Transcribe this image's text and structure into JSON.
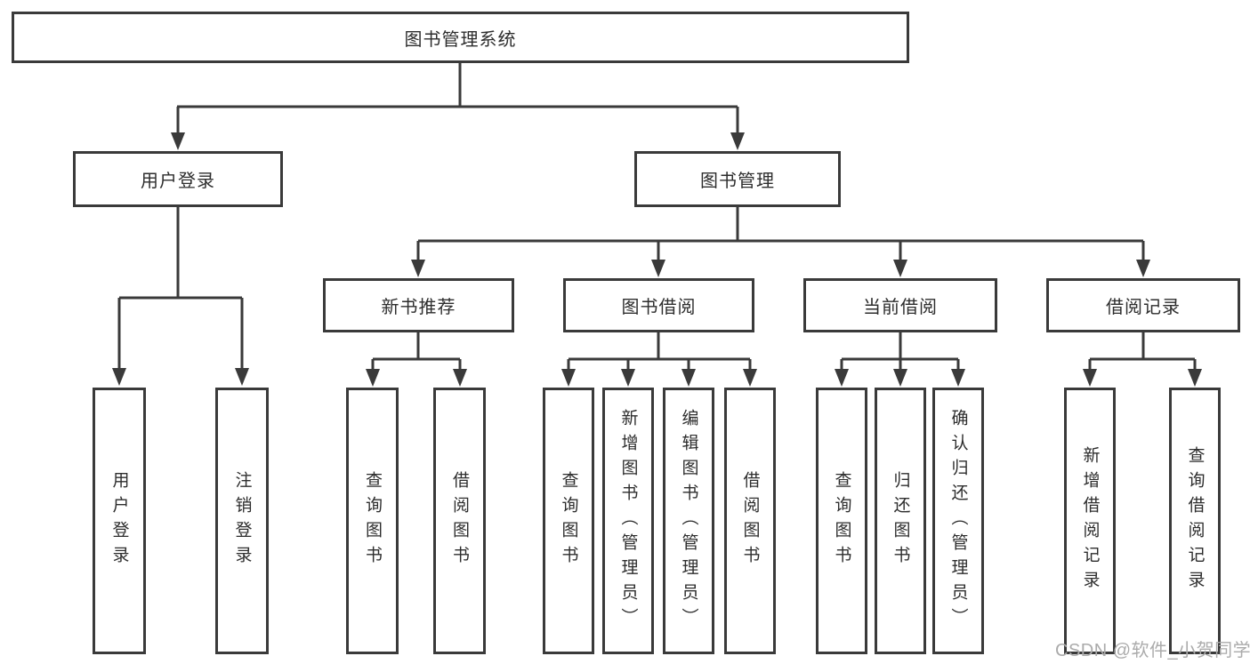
{
  "colors": {
    "line": "#3a3a3a",
    "text": "#2d2d2d",
    "watermark": "#ababab"
  },
  "watermark": "CSDN @软件_小贺同学",
  "diagram": {
    "root": {
      "label": "图书管理系统"
    },
    "branches": [
      {
        "label": "用户登录",
        "children": [
          {
            "label": "用户登录"
          },
          {
            "label": "注销登录"
          }
        ]
      },
      {
        "label": "图书管理",
        "children": [
          {
            "label": "新书推荐",
            "children": [
              {
                "label": "查询图书"
              },
              {
                "label": "借阅图书"
              }
            ]
          },
          {
            "label": "图书借阅",
            "children": [
              {
                "label": "查询图书"
              },
              {
                "label": "新增图书（管理员）"
              },
              {
                "label": "编辑图书（管理员）"
              },
              {
                "label": "借阅图书"
              }
            ]
          },
          {
            "label": "当前借阅",
            "children": [
              {
                "label": "查询图书"
              },
              {
                "label": "归还图书"
              },
              {
                "label": "确认归还（管理员）"
              }
            ]
          },
          {
            "label": "借阅记录",
            "children": [
              {
                "label": "新增借阅记录"
              },
              {
                "label": "查询借阅记录"
              }
            ]
          }
        ]
      }
    ]
  }
}
